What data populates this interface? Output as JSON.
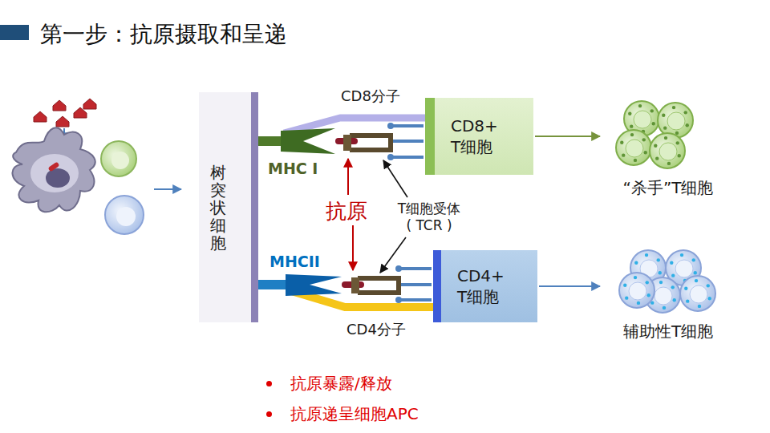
{
  "diagram": {
    "title": "第一步：抗原摄取和呈递",
    "nodes": [
      {
        "text": [
          "树突状细胞"
        ]
      },
      {
        "text": [
          "CD8+ T细胞"
        ]
      },
      {
        "text": [
          "CD4+ T细胞"
        ]
      },
      {
        "text": [
          "“杀手”T细胞"
        ]
      },
      {
        "text": [
          "辅助性T细胞"
        ]
      }
    ],
    "edges": [
      {
        "from": 1,
        "to": 3,
        "arrow": "to"
      },
      {
        "from": 2,
        "to": 4,
        "arrow": "to"
      }
    ],
    "labels": [
      "CD8分子",
      "MHC I",
      "抗原",
      "T细胞受体 ( TCR )",
      "MHCII",
      "CD4分子",
      "抗原暴露/释放",
      "抗原递呈细胞APC"
    ]
  }
}
